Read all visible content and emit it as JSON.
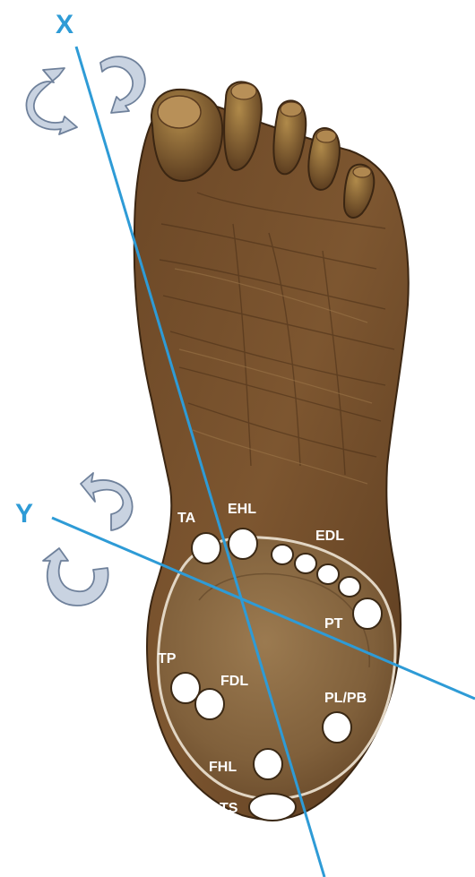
{
  "colors": {
    "background": "#ffffff",
    "axis": "#2e9bd6",
    "skin_dark": "#4f321b",
    "skin_mid": "#74502c",
    "skin_light": "#9a7447",
    "heel_pad": "#8a6b45",
    "marker_fill": "#ffffff",
    "marker_stroke": "#3a2814",
    "rotation_arrow_fill": "#c9d3e1",
    "rotation_arrow_stroke": "#6f819b"
  },
  "axes": {
    "x": {
      "label": "X"
    },
    "y": {
      "label": "Y"
    }
  },
  "rotation_icons": [
    {
      "name": "rotation-arrow-x-left-icon",
      "axis": "X",
      "direction": "counterclockwise"
    },
    {
      "name": "rotation-arrow-x-right-icon",
      "axis": "X",
      "direction": "clockwise"
    },
    {
      "name": "rotation-arrow-y-upper-icon",
      "axis": "Y",
      "direction": "clockwise"
    },
    {
      "name": "rotation-arrow-y-lower-icon",
      "axis": "Y",
      "direction": "counterclockwise"
    }
  ],
  "tendons": {
    "ta": "TA",
    "ehl": "EHL",
    "edl": "EDL",
    "pt": "PT",
    "tp": "TP",
    "fdl": "FDL",
    "pl_pb": "PL/PB",
    "fhl": "FHL",
    "ts": "TS"
  }
}
